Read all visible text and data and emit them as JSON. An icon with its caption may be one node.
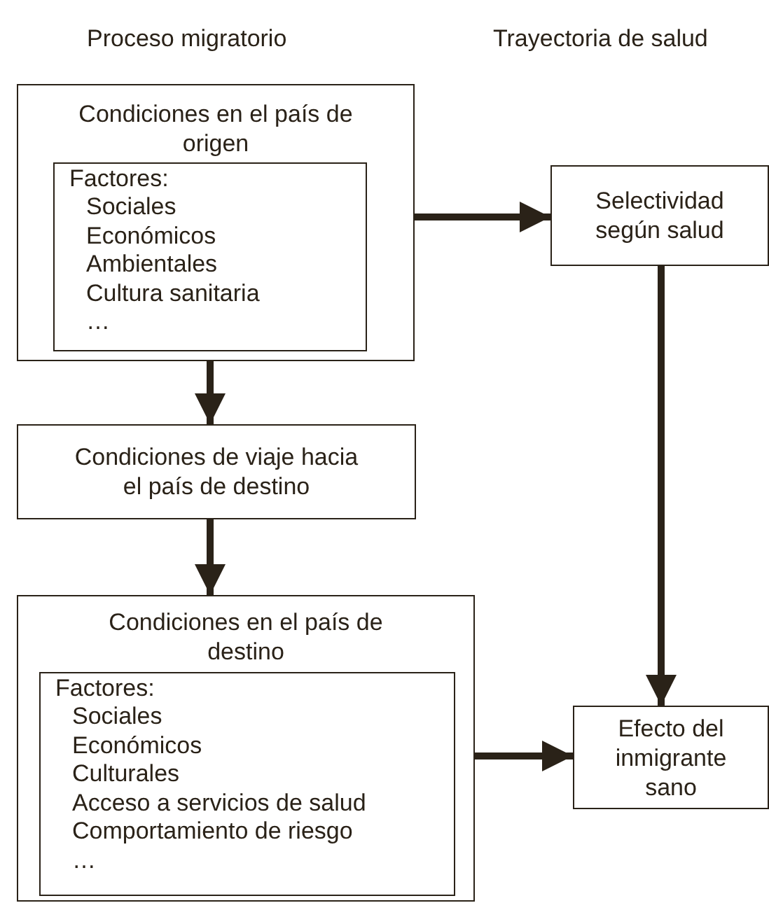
{
  "diagram": {
    "nodes": [
      {
        "text": [
          "Condiciones en el país de origen"
        ]
      },
      {
        "text": [
          "Factores:",
          "Sociales",
          "Económicos",
          "Ambientales",
          "Cultura sanitaria",
          "…"
        ],
        "in": 0
      },
      {
        "text": [
          "Selectividad según salud"
        ]
      },
      {
        "text": [
          "Condiciones de viaje hacia el país de destino"
        ]
      },
      {
        "text": [
          "Condiciones en el país de destino"
        ]
      },
      {
        "text": [
          "Factores:",
          "Sociales",
          "Económicos",
          "Culturales",
          "Acceso a servicios de salud",
          "Comportamiento de riesgo",
          "…"
        ],
        "in": 4
      },
      {
        "text": [
          "Efecto del inmigrante sano"
        ]
      }
    ],
    "edges": [
      {
        "from": 0,
        "to": 2,
        "arrow": "to"
      },
      {
        "from": 0,
        "to": 3,
        "arrow": "to"
      },
      {
        "from": 3,
        "to": 4,
        "arrow": "to"
      },
      {
        "from": 2,
        "to": 6,
        "arrow": "to"
      },
      {
        "from": 4,
        "to": 6,
        "arrow": "to"
      }
    ],
    "labels": [
      "Proceso migratorio",
      "Trayectoria de salud"
    ]
  }
}
